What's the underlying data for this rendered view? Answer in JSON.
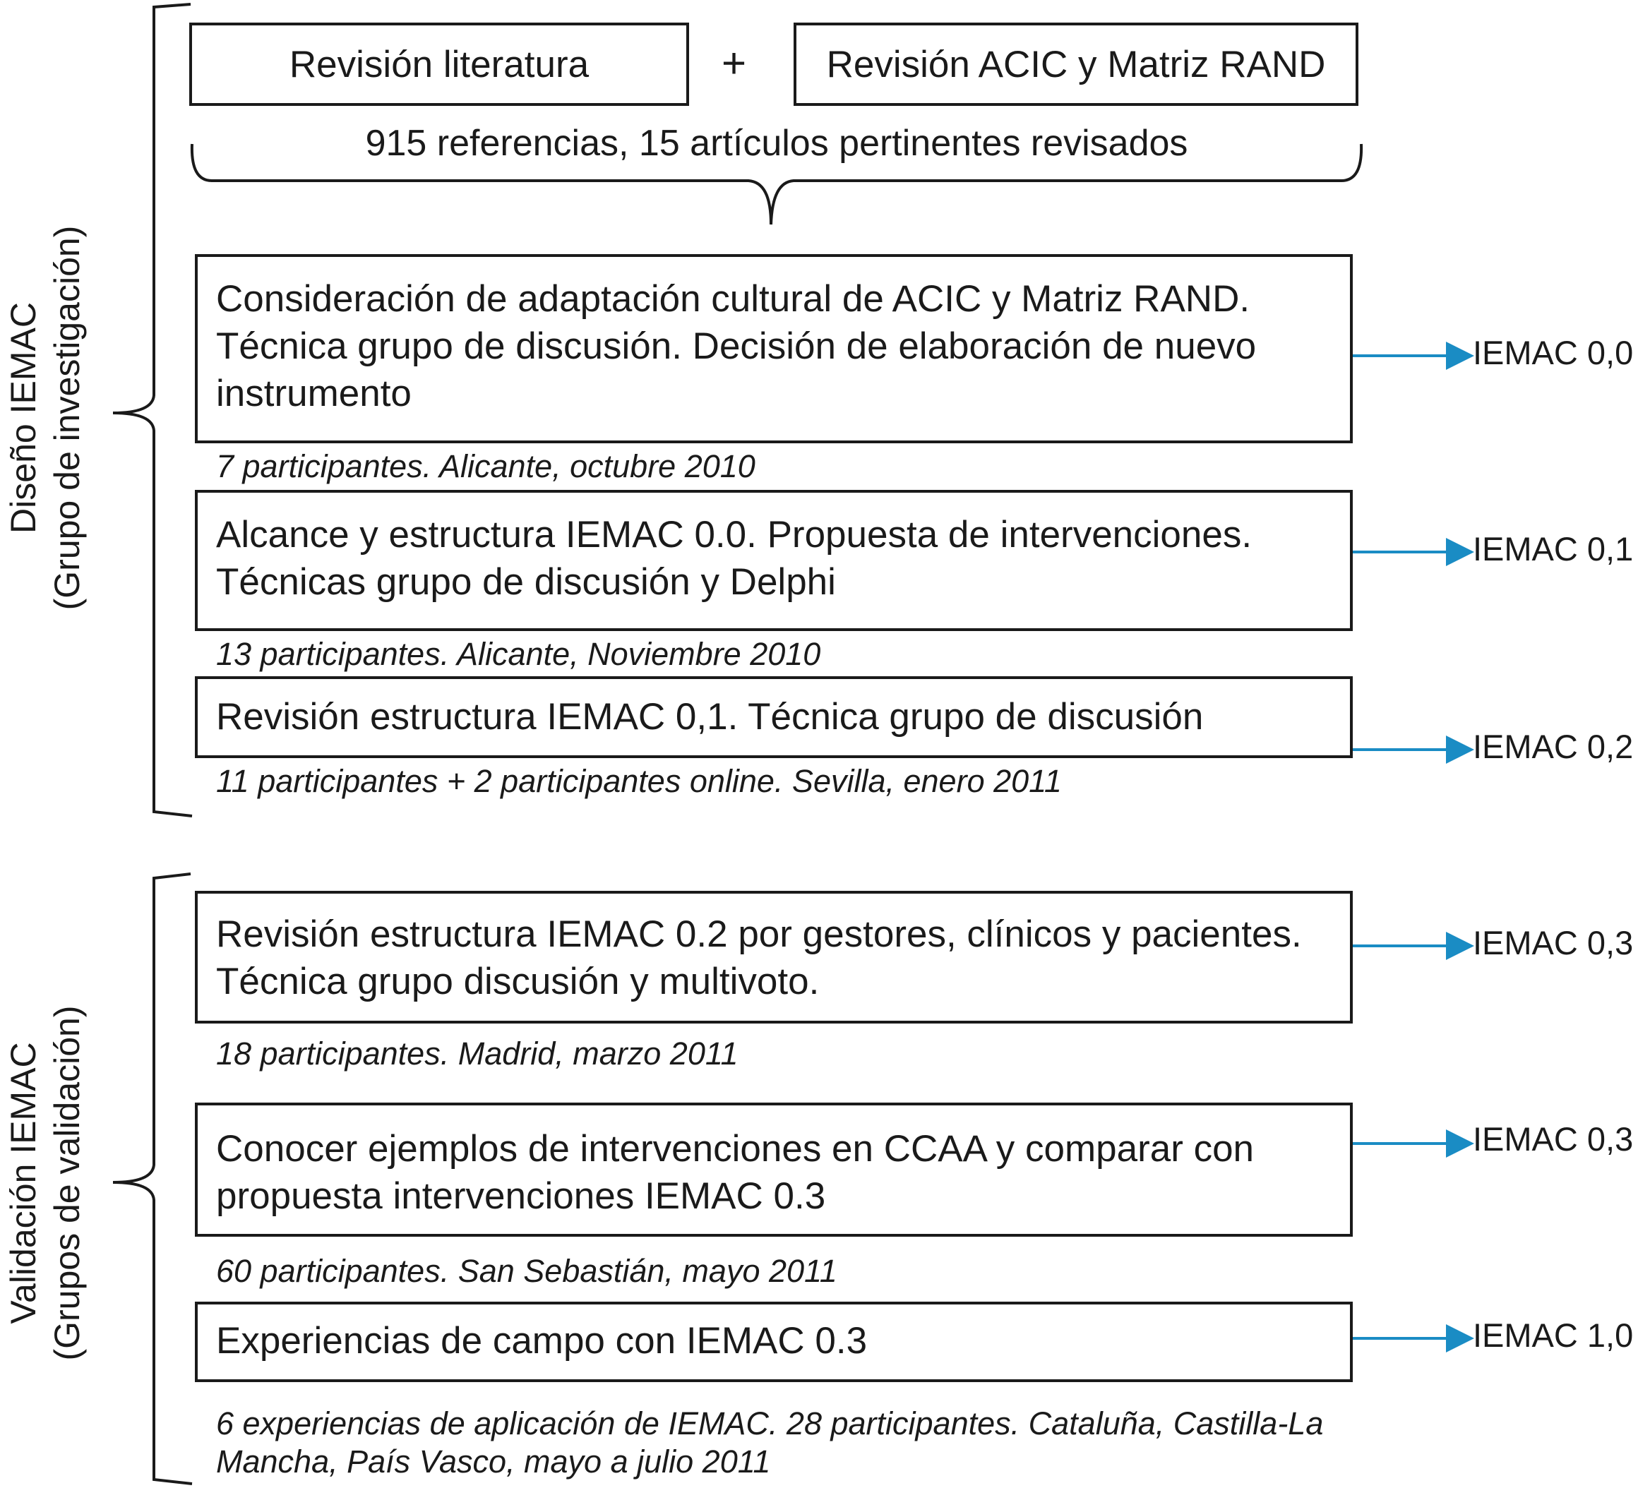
{
  "top": {
    "lit_review": "Revisión literatura",
    "plus": "+",
    "acic_review": "Revisión ACIC y Matriz RAND",
    "references": "915 referencias, 15 artículos pertinentes revisados"
  },
  "design": {
    "label_line1": "Diseño IEMAC",
    "label_line2": "(Grupo de investigación)",
    "steps": [
      {
        "lines": [
          "Consideración de adaptación cultural de ACIC y Matriz RAND.",
          "Técnica grupo de discusión. Decisión de elaboración de nuevo",
          "instrumento"
        ],
        "note": "7 participantes. Alicante, octubre 2010",
        "output": "IEMAC 0,0"
      },
      {
        "lines": [
          "Alcance y estructura IEMAC 0.0. Propuesta de intervenciones.",
          "Técnicas grupo de discusión y Delphi"
        ],
        "note": "13 participantes. Alicante, Noviembre 2010",
        "output": "IEMAC 0,1"
      },
      {
        "lines": [
          "Revisión estructura IEMAC 0,1. Técnica grupo de discusión"
        ],
        "note": "11 participantes + 2 participantes online. Sevilla, enero 2011",
        "output": "IEMAC 0,2"
      }
    ]
  },
  "validation": {
    "label_line1": "Validación IEMAC",
    "label_line2": "(Grupos  de validación)",
    "steps": [
      {
        "lines": [
          "Revisión estructura IEMAC 0.2 por gestores, clínicos y pacientes.",
          "Técnica grupo discusión y multivoto."
        ],
        "note": "18 participantes. Madrid, marzo 2011",
        "output": "IEMAC 0,3"
      },
      {
        "lines": [
          "Conocer ejemplos de intervenciones en CCAA y comparar con",
          "propuesta intervenciones IEMAC 0.3"
        ],
        "note": "60 participantes. San Sebastián, mayo 2011",
        "output": "IEMAC 0,3"
      },
      {
        "lines": [
          "Experiencias de campo con IEMAC 0.3"
        ],
        "note_lines": [
          "6 experiencias de aplicación de IEMAC. 28 participantes. Cataluña, Castilla-La",
          "Mancha, País Vasco, mayo a julio  2011"
        ],
        "output": "IEMAC 1,0"
      }
    ]
  },
  "colors": {
    "arrow": "#1a8cc4",
    "stroke": "#1a1a1a"
  }
}
